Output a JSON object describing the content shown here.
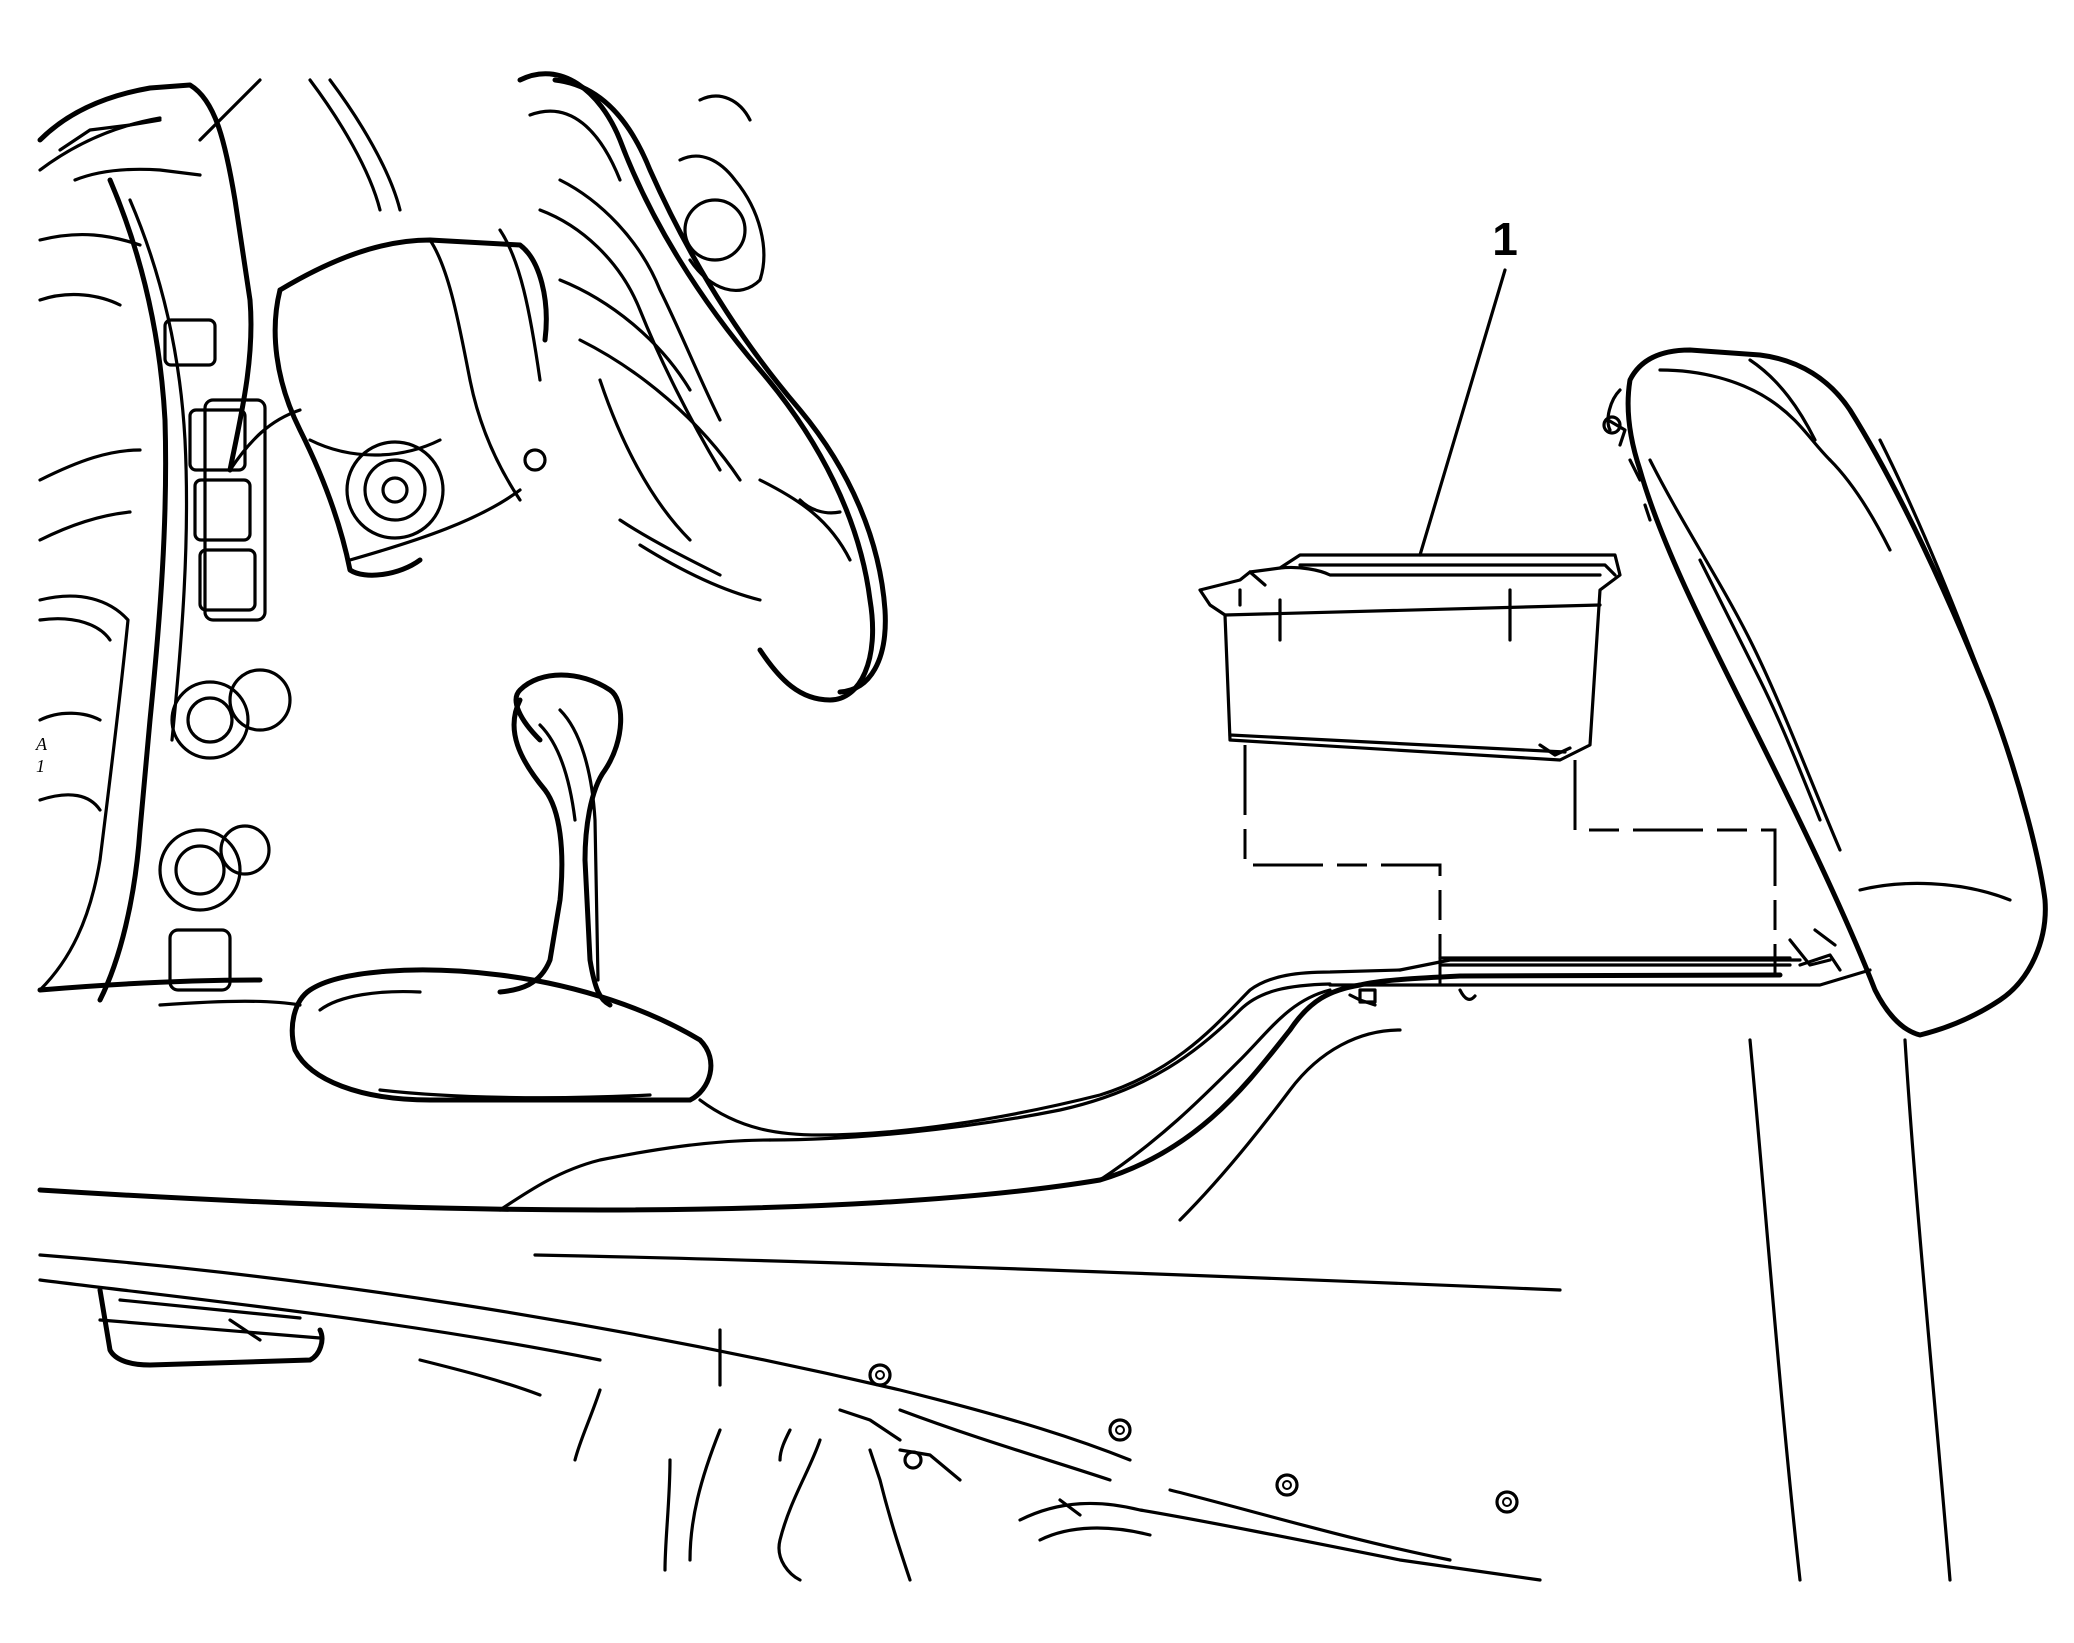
{
  "diagram": {
    "callouts": [
      {
        "label": "1"
      }
    ],
    "margin_marks": [
      "A",
      "1"
    ],
    "colors": {
      "line": "#000000",
      "background": "#ffffff"
    }
  }
}
